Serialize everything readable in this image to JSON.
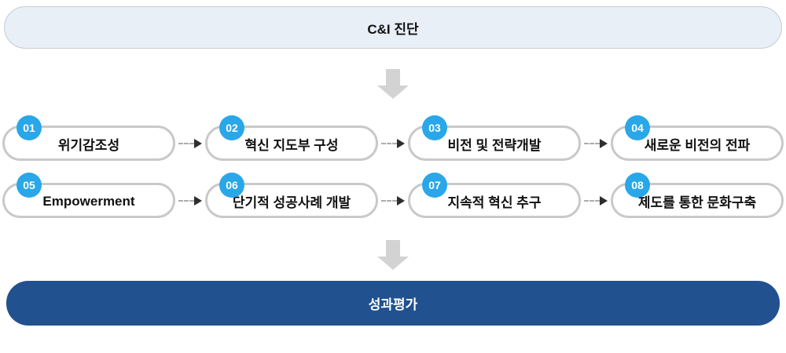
{
  "header": {
    "label": "C&I 진단"
  },
  "footer": {
    "label": "성과평가"
  },
  "steps": [
    {
      "num": "01",
      "label": "위기감조성"
    },
    {
      "num": "02",
      "label": "혁신 지도부 구성"
    },
    {
      "num": "03",
      "label": "비전 및 전략개발"
    },
    {
      "num": "04",
      "label": "새로운 비전의 전파"
    },
    {
      "num": "05",
      "label": "Empowerment"
    },
    {
      "num": "06",
      "label": "단기적 성공사례 개발"
    },
    {
      "num": "07",
      "label": "지속적 혁신 추구"
    },
    {
      "num": "08",
      "label": "제도를 통한 문화구축"
    }
  ],
  "icons": {
    "down_arrow": "block-down-arrow",
    "step_connector": "dashed-right-arrow"
  },
  "colors": {
    "badge": "#29A7E8",
    "pill-border": "#C9C9C9",
    "arrow-gray": "#D3D3D3",
    "dash-gray": "#ADADAD",
    "arrowhead": "#2E2E2E",
    "header-bg": "#E8EFF7",
    "header-border": "#C8CBD2",
    "footer-bg": "#21518F",
    "text-dark": "#111111"
  }
}
